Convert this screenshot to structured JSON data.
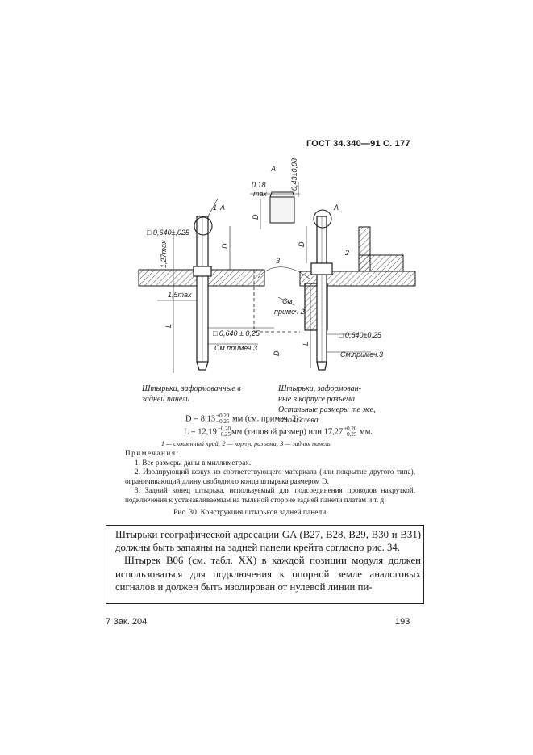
{
  "header": {
    "standard": "ГОСТ 34.340—91 С. 177"
  },
  "drawing": {
    "view_label": "A",
    "dim_top_width": "0,18",
    "dim_top_width_sub": "max",
    "dim_top_height": "0,43±0,08",
    "dim_D": "D",
    "dim_L": "L",
    "dim_square_left": "□ 0,640±,025",
    "dim_square_left2": "□ 0,640 ± 0,25",
    "dim_square_right": "□ 0,640±0,25",
    "dim_127max": "1,27max",
    "dim_15max": "1,5max",
    "ref_1": "1",
    "ref_2": "2",
    "ref_3": "3",
    "see_note2_a": "См",
    "see_note2_b": "примеч 2",
    "see_note3_left": "См.примеч.3",
    "see_note3_right": "См.примеч.3"
  },
  "captions": {
    "left_1": "Штырьки, заформованные в",
    "left_2": "задней панели",
    "right_1": "Штырьки,    заформован-",
    "right_2": "ные   в   корпусе   разъема",
    "right_3": "Остальные размеры те же,",
    "right_4": "что и слева"
  },
  "formulas": {
    "d_lhs": "D = 8,13",
    "d_up": "+0,20",
    "d_dn": "−0,25",
    "d_rhs": "мм (см. примеч. 2);",
    "l_lhs": "L = 12,19",
    "l_up": "+0,20",
    "l_dn": "−0,25",
    "l_mid": "мм (типовой размер) или 17,27",
    "l_up2": "+0,20",
    "l_dn2": "−0,25",
    "l_rhs": "мм."
  },
  "legend": "1 — скошенный край; 2 — корпус разъема; 3 — задняя панель",
  "notes": {
    "title": "Примечания:",
    "n1": "1. Все размеры даны в миллиметрах.",
    "n2": "2. Изолирующий кожух из соответствующего материала (или покрытие другого типа), ограничивающий длину свободного конца штырька размером D.",
    "n3": "3. Задний конец штырька, используемый для подсоединения проводов накруткой, подключения к устанавливаемым на тыльной стороне задней панели платам и т. д."
  },
  "figure_caption": "Рис. 30. Конструкция штырьков задней панели",
  "box": {
    "p1": "Штырьки географической адресации GA (B27, B28, B29, B30 и B31) должны быть запаяны на задней панели крейта согласно рис. 34.",
    "p2": "Штырек B06 (см. табл. XX) в каждой позиции модуля должен использоваться для подключения к опорной земле аналоговых сигналов и должен быть изолирован от нулевой линии пи-"
  },
  "footer": {
    "left": "7 Зак. 204",
    "right": "193"
  }
}
